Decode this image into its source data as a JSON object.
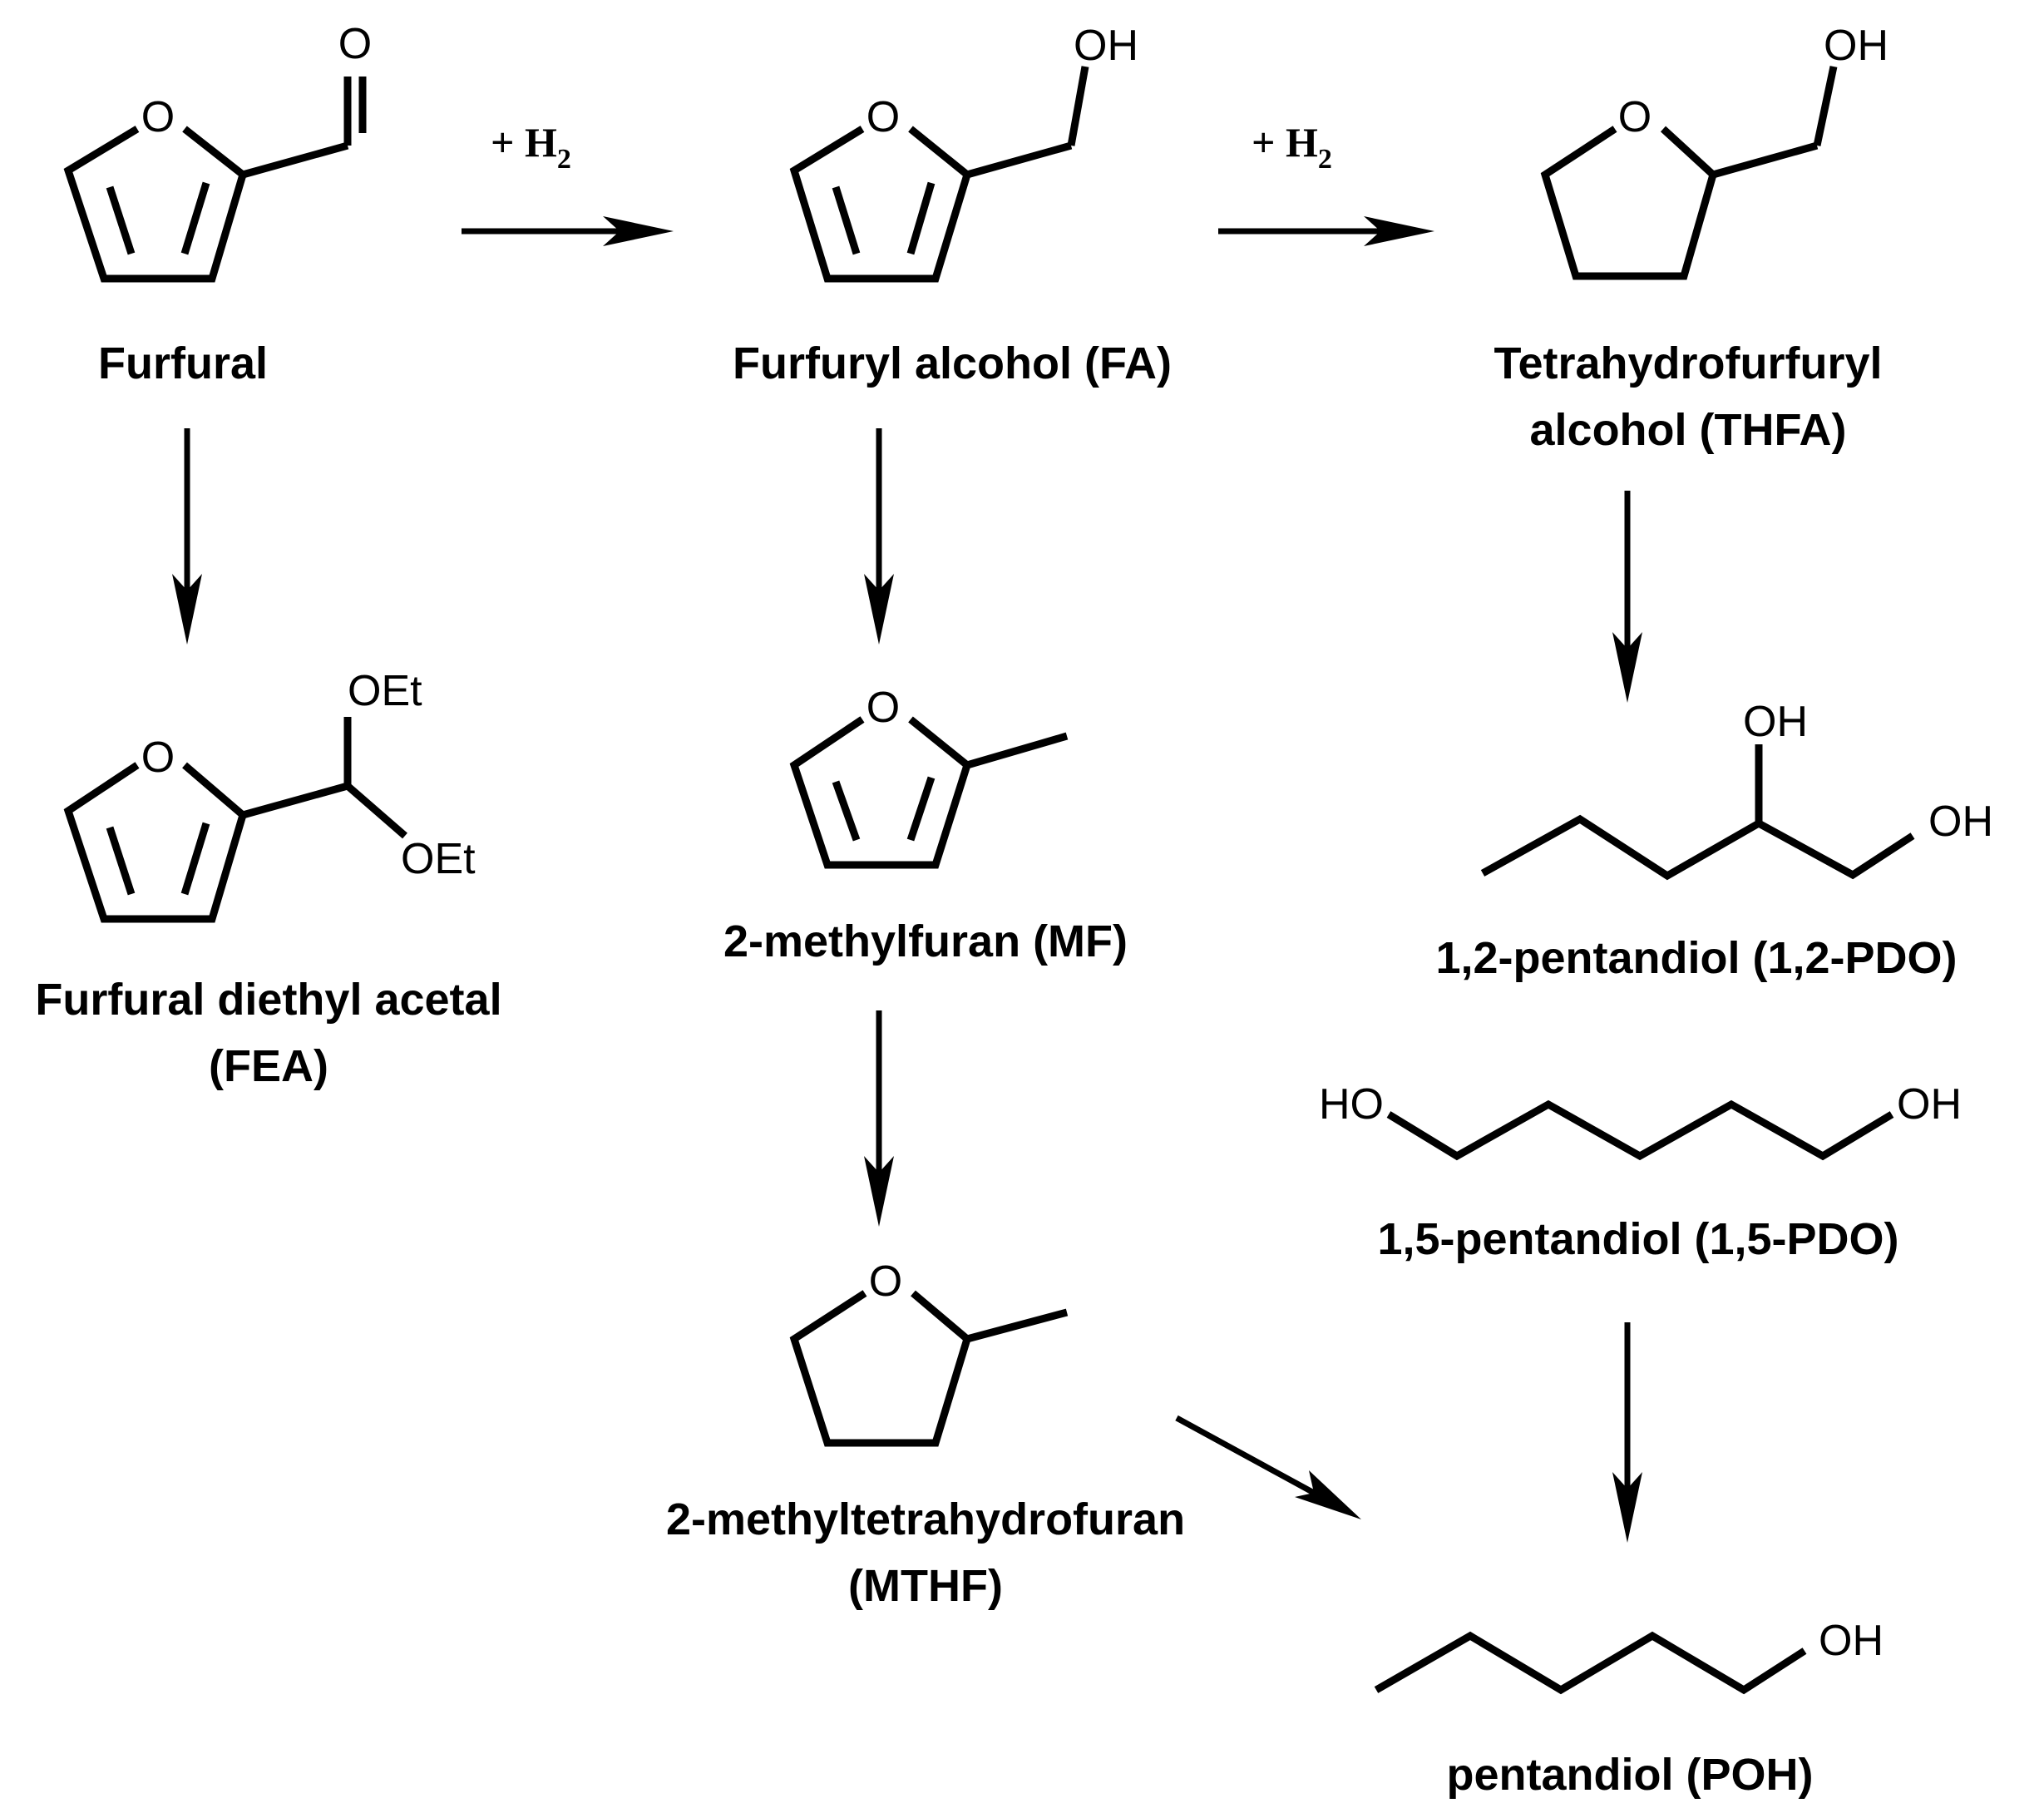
{
  "atoms": {
    "O": "O",
    "OH": "OH",
    "HO": "HO",
    "OEt": "OEt"
  },
  "conditions": {
    "plus_h": "+ H",
    "sub": "2"
  },
  "labels": {
    "furfural": "Furfural",
    "fa": "Furfuryl alcohol (FA)",
    "thfa_1": "Tetrahydrofurfuryl",
    "thfa_2": "alcohol (THFA)",
    "fea_1": "Furfural diethyl acetal",
    "fea_2": "(FEA)",
    "mf": "2-methylfuran (MF)",
    "pdo12": "1,2-pentandiol (1,2-PDO)",
    "pdo15": "1,5-pentandiol (1,5-PDO)",
    "mthf_1": "2-methyltetrahydrofuran",
    "mthf_2": "(MTHF)",
    "poh": "pentandiol (POH)"
  }
}
